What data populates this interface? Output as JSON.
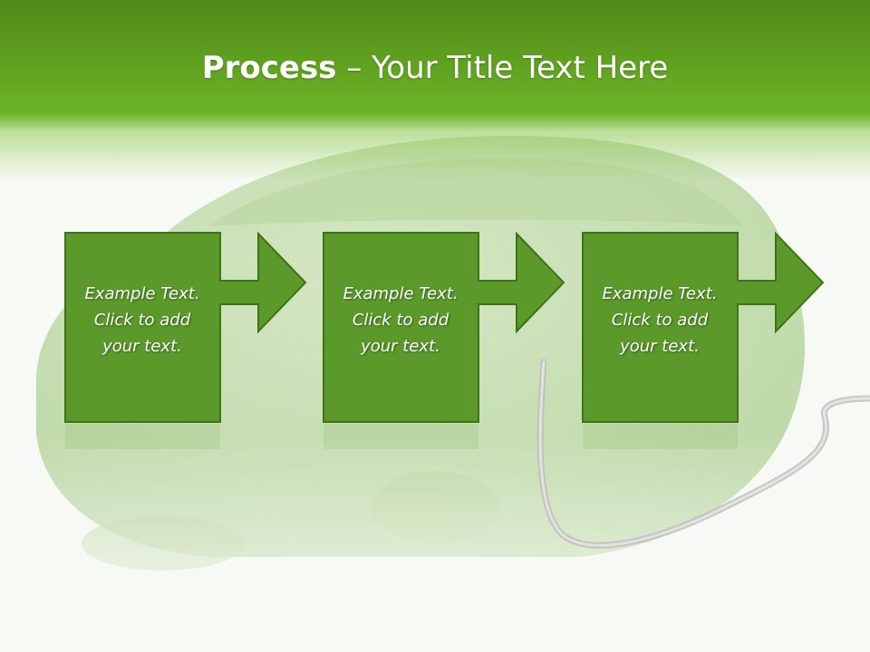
{
  "slide": {
    "title_strong": "Process",
    "title_rest": " – Your Title Text Here",
    "colors": {
      "header_dark": "#4f8a1a",
      "header_light": "#6db427",
      "box_fill": "#5b9a2a",
      "box_border": "#3e7317",
      "background": "#f7faf4"
    },
    "background_image": "grass-covered car with charging cable"
  },
  "steps": [
    {
      "line1": "Example Text.",
      "line2": "Click  to add",
      "line3": "your text."
    },
    {
      "line1": "Example Text.",
      "line2": "Click  to add",
      "line3": "your text."
    },
    {
      "line1": "Example Text.",
      "line2": "Click  to add",
      "line3": "your text."
    }
  ]
}
